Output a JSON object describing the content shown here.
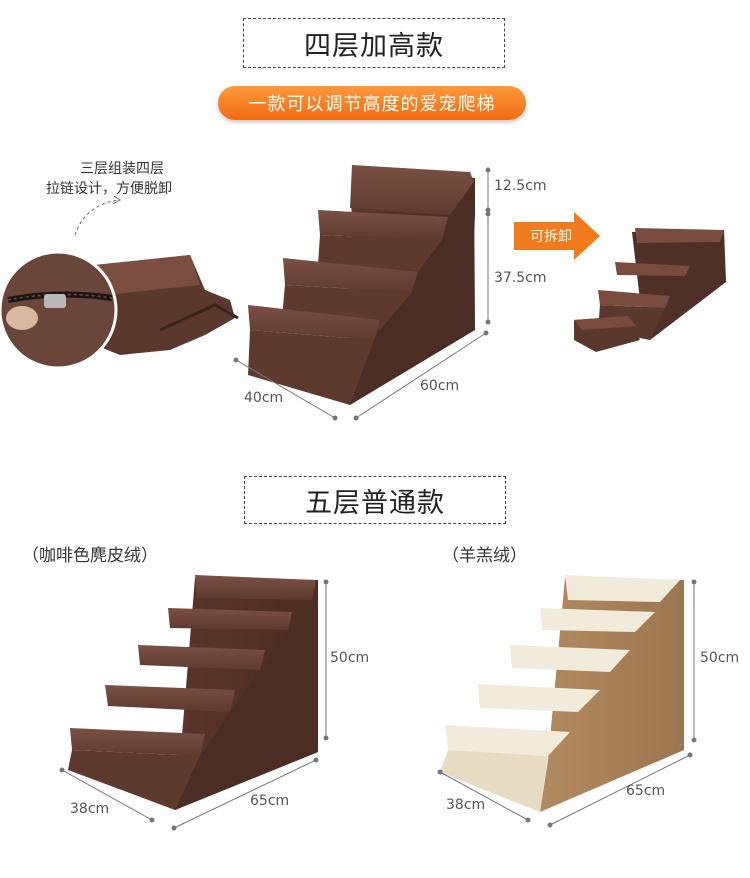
{
  "section1": {
    "title": "四层加高款",
    "subtitle": "一款可以调节高度的爱宠爬梯",
    "note_line1": "三层组装四层",
    "note_line2": "拉链设计，方便脱卸",
    "dim_top": "12.5cm",
    "dim_height": "37.5cm",
    "dim_depth": "40cm",
    "dim_length": "60cm",
    "arrow_label": "可拆卸"
  },
  "section2": {
    "title": "五层普通款",
    "variant_brown": "（咖啡色麂皮绒）",
    "variant_cream": "（羊羔绒）",
    "brown_height": "50cm",
    "brown_depth": "38cm",
    "brown_length": "65cm",
    "cream_height": "50cm",
    "cream_depth": "38cm",
    "cream_length": "65cm"
  },
  "colors": {
    "brown": "#5a352b",
    "brown_light": "#7a4b3d",
    "cream": "#efe8d8",
    "tan": "#a8825a",
    "orange": "#f07a1c"
  }
}
